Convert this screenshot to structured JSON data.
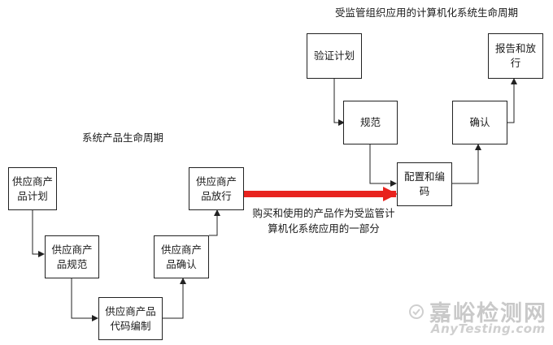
{
  "titles": {
    "regulated_lifecycle": "受监管组织应用的计算机化系统生命周期",
    "product_lifecycle": "系统产品生命周期"
  },
  "supplier_boxes": {
    "planning": "供应商产品计划",
    "specification": "供应商产品规范",
    "coding": "供应商产品代码编制",
    "verification": "供应商产品确认",
    "release": "供应商产品放行"
  },
  "regulated_boxes": {
    "validation_plan": "验证计划",
    "specification": "规范",
    "configuration": "配置和编码",
    "verification": "确认",
    "report_release": "报告和放行"
  },
  "arrow_note": "购买和使用的产品作为受监管计算机化系统应用的一部分",
  "watermark": {
    "chinese": "嘉峪检测网",
    "english": "AnyTesting.com"
  },
  "colors": {
    "arrow": "#e8231e",
    "line": "#222222",
    "watermark": "#c9c9c9"
  }
}
